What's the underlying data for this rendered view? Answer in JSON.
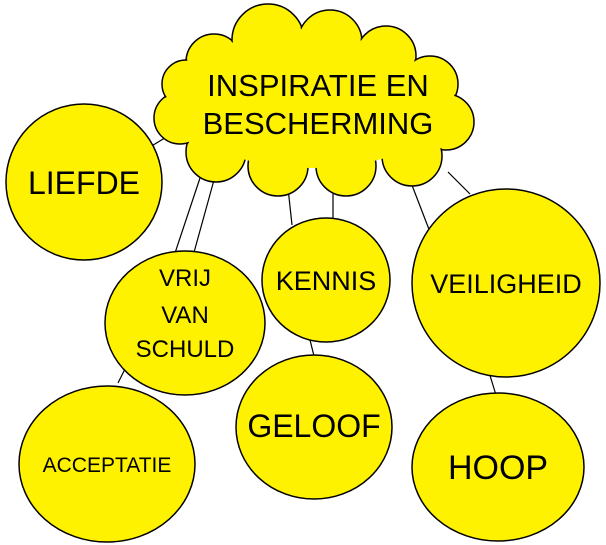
{
  "colors": {
    "node_fill": "#FFF200",
    "stroke": "#000000",
    "connector": "#000000",
    "background": "#FFFFFF"
  },
  "root": {
    "line1": "INSPIRATIE EN",
    "line2": "BESCHERMING"
  },
  "nodes": {
    "liefde": "LIEFDE",
    "vrij_van_schuld": {
      "line1": "VRIJ",
      "line2": "VAN",
      "line3": "SCHULD"
    },
    "kennis": "KENNIS",
    "veiligheid": "VEILIGHEID",
    "acceptatie": "ACCEPTATIE",
    "geloof": "GELOOF",
    "hoop": "HOOP"
  }
}
